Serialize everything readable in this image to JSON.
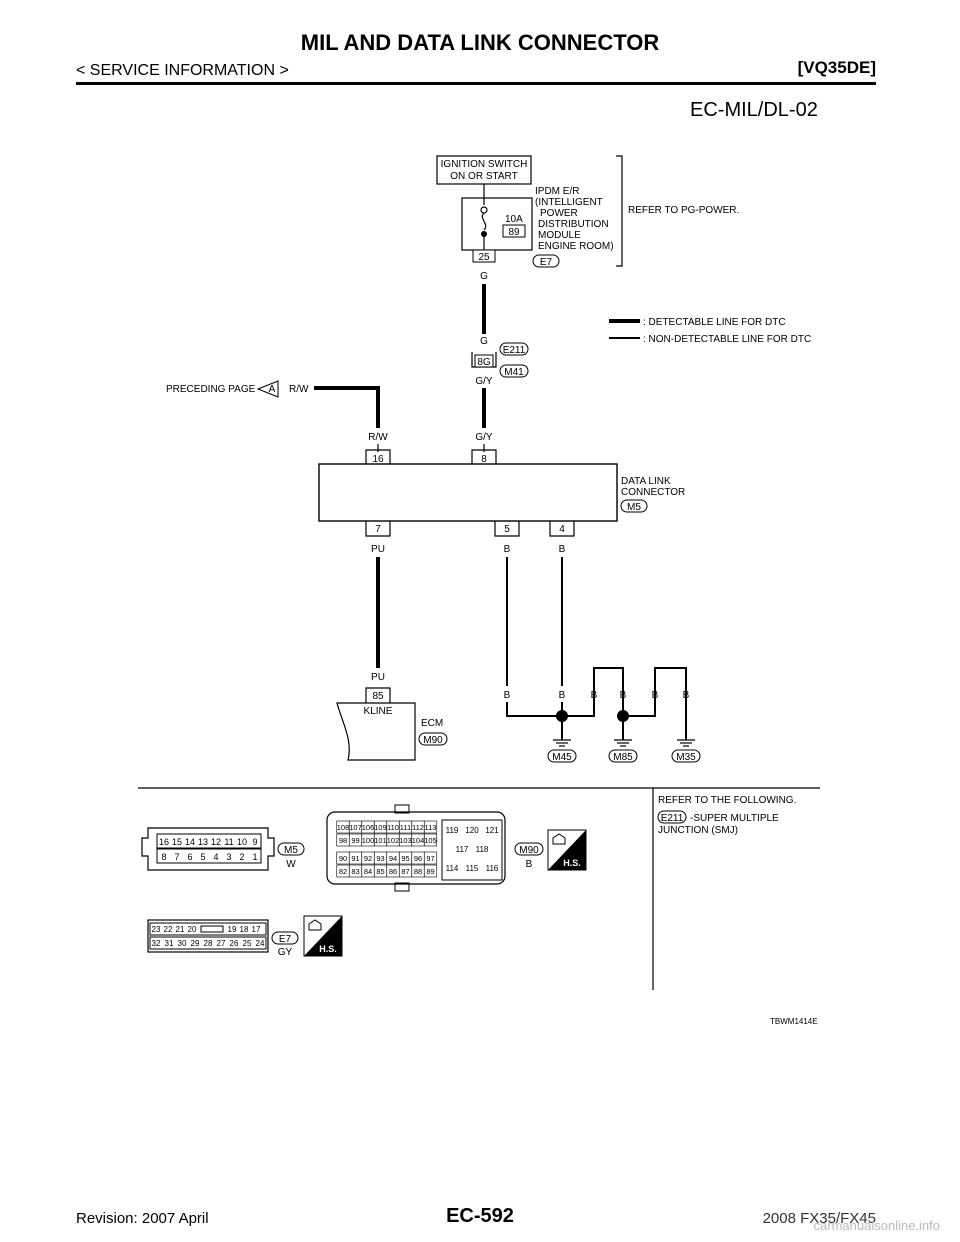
{
  "header": {
    "title": "MIL AND DATA LINK CONNECTOR",
    "section": "< SERVICE INFORMATION >",
    "model": "[VQ35DE]"
  },
  "diagram": {
    "code": "EC-MIL/DL-02",
    "ignition_switch": [
      "IGNITION SWITCH",
      "ON OR START"
    ],
    "ipdm": [
      "IPDM E/R",
      "(INTELLIGENT",
      "POWER",
      "DISTRIBUTION",
      "MODULE",
      "ENGINE ROOM)"
    ],
    "refer_pg": "REFER TO PG-POWER.",
    "fuse_amp": "10A",
    "fuse_no": "89",
    "ipdm_pin": "25",
    "ipdm_conn": "E7",
    "wire_g": "G",
    "legend_detectable": ": DETECTABLE LINE FOR DTC",
    "legend_nondetectable": ": NON-DETECTABLE LINE FOR DTC",
    "joint_pin": "8G",
    "joint_conn_top": "E211",
    "joint_conn_bottom": "M41",
    "wire_gy": "G/Y",
    "preceding_page": "PRECEDING PAGE",
    "preceding_marker": "A",
    "wire_rw": "R/W",
    "dlc_pin_16": "16",
    "dlc_pin_8": "8",
    "dlc_pin_7": "7",
    "dlc_pin_5": "5",
    "dlc_pin_4": "4",
    "dlc_label": [
      "DATA LINK",
      "CONNECTOR"
    ],
    "dlc_conn": "M5",
    "wire_pu": "PU",
    "wire_b": "B",
    "ecm_pin": "85",
    "ecm_pin_name": "KLINE",
    "ecm_label": "ECM",
    "ecm_conn": "M90",
    "ground_1": "M45",
    "ground_2": "M85",
    "ground_3": "M35",
    "refer_following": "REFER TO THE FOLLOWING.",
    "smj_conn": "E211",
    "smj_text": [
      "-SUPER MULTIPLE",
      "JUNCTION (SMJ)"
    ],
    "m5_conn": "M5",
    "m5_color": "W",
    "m5_top": [
      "16",
      "15",
      "14",
      "13",
      "12",
      "11",
      "10",
      "9"
    ],
    "m5_bottom": [
      "8",
      "7",
      "6",
      "5",
      "4",
      "3",
      "2",
      "1"
    ],
    "m90_conn": "M90",
    "m90_color": "B",
    "m90_r1": [
      "108",
      "107",
      "106",
      "109",
      "110",
      "111",
      "112",
      "113"
    ],
    "m90_r2": [
      "98",
      "99",
      "100",
      "101",
      "102",
      "103",
      "104",
      "105"
    ],
    "m90_r3": [
      "90",
      "91",
      "92",
      "93",
      "94",
      "95",
      "96",
      "97"
    ],
    "m90_r4": [
      "82",
      "83",
      "84",
      "85",
      "86",
      "87",
      "88",
      "89"
    ],
    "m90_b_top": [
      "119",
      "120",
      "121"
    ],
    "m90_b_mid": [
      "117",
      "118"
    ],
    "m90_b_bot": [
      "114",
      "115",
      "116"
    ],
    "e7_conn": "E7",
    "e7_color": "GY",
    "e7_top_left": [
      "23",
      "22",
      "21",
      "20"
    ],
    "e7_top_right": [
      "19",
      "18",
      "17"
    ],
    "e7_bottom": [
      "32",
      "31",
      "30",
      "29",
      "28",
      "27",
      "26",
      "25",
      "24"
    ],
    "hs_label": "H.S.",
    "figure_id": "TBWM1414E"
  },
  "footer": {
    "page": "EC-592",
    "revision": "Revision: 2007 April",
    "model": "2008 FX35/FX45",
    "watermark": "carmanualsonline.info"
  }
}
